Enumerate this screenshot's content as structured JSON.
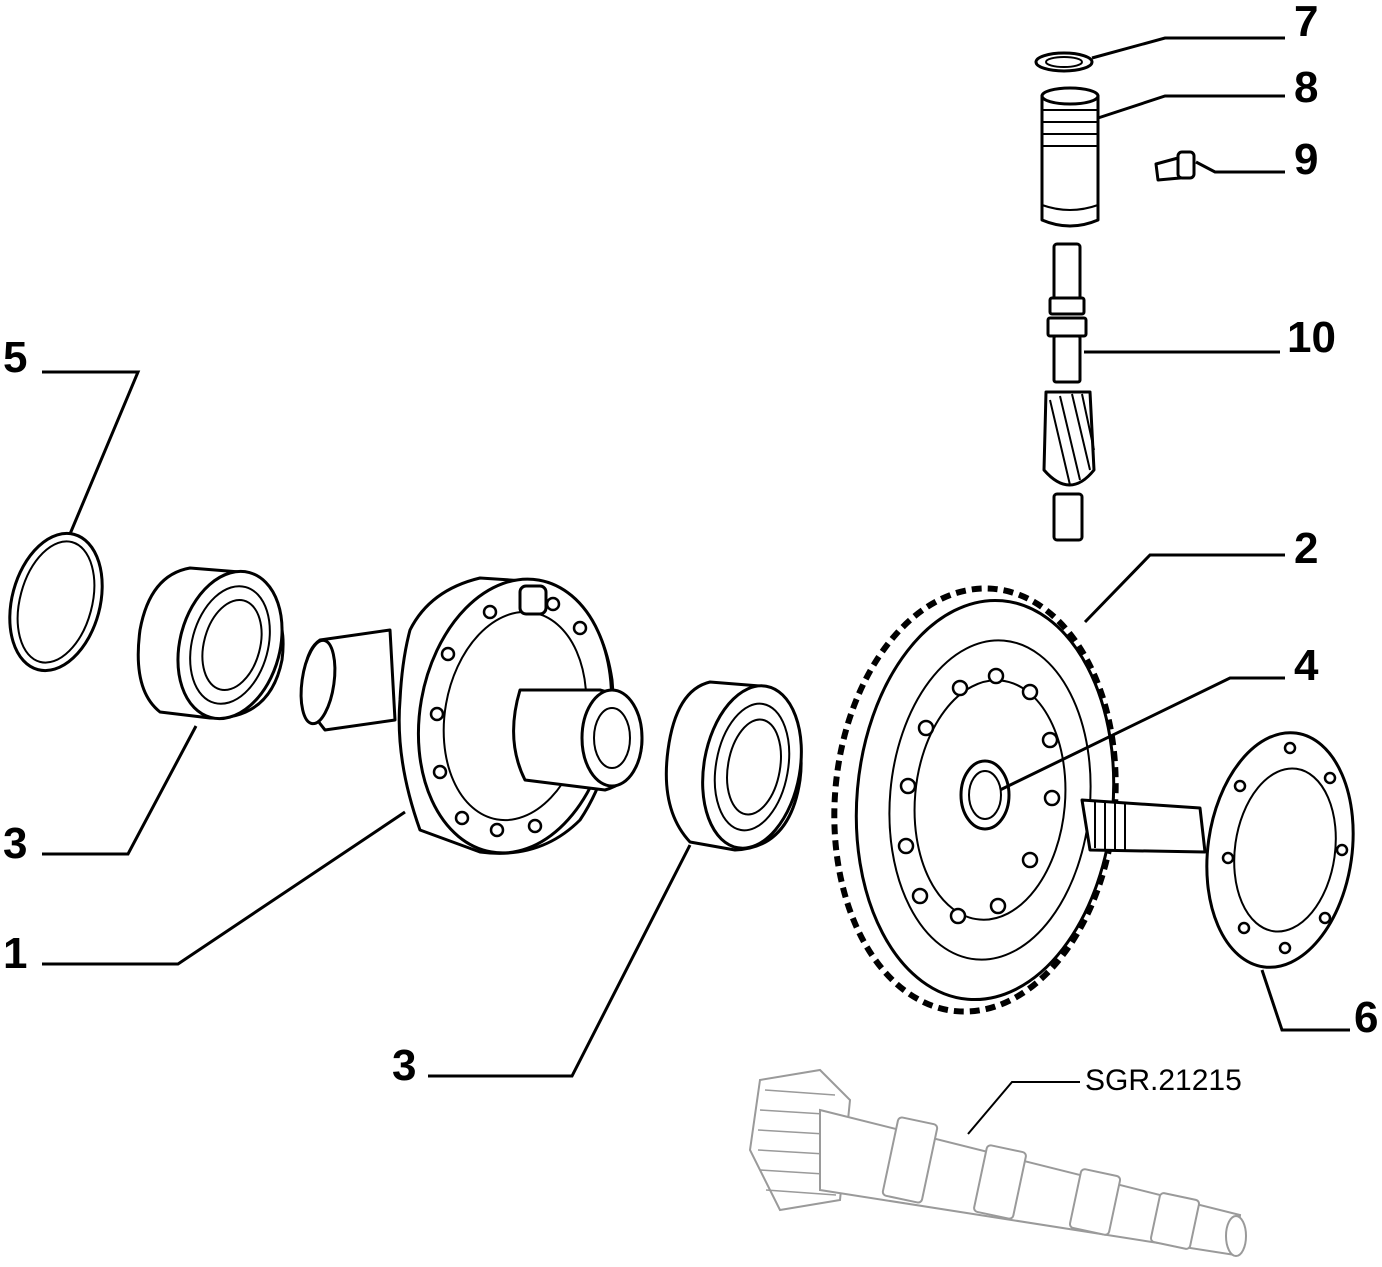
{
  "drawing": {
    "reference": "SGR.21215",
    "callouts": {
      "c1": "1",
      "c2": "2",
      "c3a": "3",
      "c3b": "3",
      "c4": "4",
      "c5": "5",
      "c6": "6",
      "c7": "7",
      "c8": "8",
      "c9": "9",
      "c10": "10"
    }
  }
}
